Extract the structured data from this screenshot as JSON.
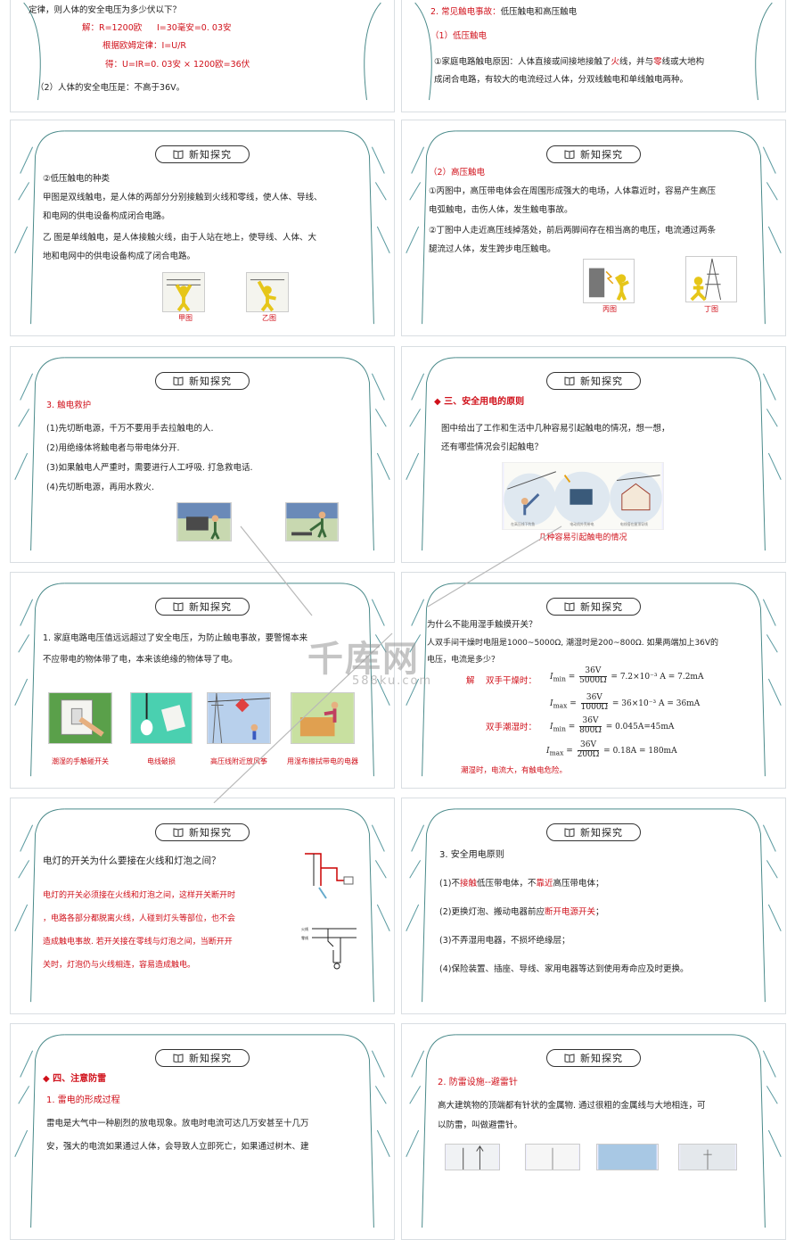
{
  "header_label": "新知探究",
  "s1": {
    "line1": "定律，则人体的安全电压为多少伏以下？",
    "line2a": "解：R=1200欧",
    "line2b": "I=30毫安=0. 03安",
    "line3": "根据欧姆定律：I=U/R",
    "line4a": "得：U=IR=0. 03安",
    "line4b": "× 1200欧=36伏",
    "line5": "（2）人体的安全电压是：不高于36V。"
  },
  "s2": {
    "title_prefix": "2. 常见触电事故：",
    "title_rest": "低压触电和高压触电",
    "sub": "（1）低压触电",
    "p1a": "①家庭电路触电原因：人体直接或间接地接触了",
    "p1b": "火",
    "p1c": "线，并与",
    "p1d": "零",
    "p1e": "线或大地构",
    "p2": "成闭合电路，有较大的电流经过人体，分双线触电和单线触电两种。"
  },
  "s3": {
    "l1": "②低压触电的种类",
    "l2": "甲图是双线触电，是人体的两部分分别接触到火线和零线，使人体、导线、",
    "l3": "和电网的供电设备构成闭合电路。",
    "l4": "乙 图是单线触电，是人体接触火线，由于人站在地上，使导线、人体、大",
    "l5": "地和电网中的供电设备构成了闭合电路。",
    "cap1": "甲图",
    "cap2": "乙图"
  },
  "s4": {
    "sub": "（2）高压触电",
    "l1": "①丙图中，高压带电体会在周围形成强大的电场，人体靠近时，容易产生高压",
    "l2": "电弧触电，击伤人体，发生触电事故。",
    "l3": "②丁图中人走近高压线掉落处，前后两脚间存在相当高的电压，电流通过两条",
    "l4": "腿流过人体，发生跨步电压触电。",
    "cap1": "丙图",
    "cap2": "丁图"
  },
  "s5": {
    "title": "3. 触电救护",
    "l1": "(1)先切断电源，千万不要用手去拉触电的人.",
    "l2": "(2)用绝缘体将触电者与带电体分开.",
    "l3": "(3)如果触电人严重时，需要进行人工呼吸. 打急救电话.",
    "l4": "(4)先切断电源，再用水救火."
  },
  "s6": {
    "title": "三、安全用电的原则",
    "l1": "图中给出了工作和生活中几种容易引起触电的情况，想一想，",
    "l2": "还有哪些情况会引起触电？",
    "cap": "几种容易引起触电的情况",
    "img_label1": "在高压线下钓鱼",
    "img_label2": "电动机外壳带电",
    "img_label3": "电线搭在屋顶导线"
  },
  "s7": {
    "l1": "1. 家庭电路电压值远远超过了安全电压，为防止触电事故，要警惕本来",
    "l2": "不应带电的物体带了电，本来该绝缘的物体导了电。",
    "cap1": "潮湿的手触碰开关",
    "cap2": "电线破损",
    "cap3": "高压线附近放风筝",
    "cap4": "用湿布擦拭带电的电器"
  },
  "s8": {
    "q": "为什么不能用湿手触摸开关？",
    "l1": "人双手间干燥时电阻是1000~5000Ω, 潮湿时是200~800Ω. 如果两端加上36V的",
    "l2": "电压，电流是多少？",
    "dry": "双手干燥时：",
    "wet": "双手潮湿时：",
    "f1_lhs": "I",
    "f1_sub": "min",
    "f1_num": "36V",
    "f1_den": "5000Ω",
    "f1_res": "= 7.2×10⁻³ A = 7.2mA",
    "f2_sub": "max",
    "f2_num": "36V",
    "f2_den": "1000Ω",
    "f2_res": "= 36×10⁻³ A = 36mA",
    "f3_sub": "min",
    "f3_num": "36V",
    "f3_den": "800Ω",
    "f3_res": "= 0.045A=45mA",
    "f4_sub": "max",
    "f4_num": "36V",
    "f4_den": "200Ω",
    "f4_res": "= 0.18A = 180mA",
    "concl": "潮湿时，电流大，有触电危险。",
    "jie": "解"
  },
  "s9": {
    "q": "电灯的开关为什么要接在火线和灯泡之间？",
    "l1": "电灯的开关必须接在火线和灯泡之间，这样开关断开时",
    "l2": "，电路各部分都脱离火线，人碰到灯头等部位，也不会",
    "l3": "造成触电事故. 若开关接在零线与灯泡之间，当断开开",
    "l4": "关时，灯泡仍与火线相连，容易造成触电。",
    "wire1": "火线",
    "wire2": "零线"
  },
  "s10": {
    "title": "3. 安全用电原则",
    "l1a": "(1)不",
    "l1b": "接触",
    "l1c": "低压带电体，不",
    "l1d": "靠近",
    "l1e": "高压带电体；",
    "l2a": "(2)更换灯泡、搬动电器前应",
    "l2b": "断开电源开关",
    "l2c": "；",
    "l3": "(3)不弄湿用电器，不损坏绝缘层；",
    "l4": "(4)保险装置、插座、导线、家用电器等达到使用寿命应及时更换。"
  },
  "s11": {
    "title": "四、注意防雷",
    "sub": "1. 雷电的形成过程",
    "l1": "雷电是大气中一种剧烈的放电现象。放电时电流可达几万安甚至十几万",
    "l2": "安，强大的电流如果通过人体，会导致人立即死亡，如果通过树木、建"
  },
  "s12": {
    "title": "2. 防雷设施--避雷针",
    "l1": "高大建筑物的顶端都有针状的金属物. 通过很粗的金属线与大地相连，可",
    "l2": "以防雷，叫做避雷针。"
  },
  "watermark": {
    "brand": "千库网",
    "url": "588ku.com"
  }
}
